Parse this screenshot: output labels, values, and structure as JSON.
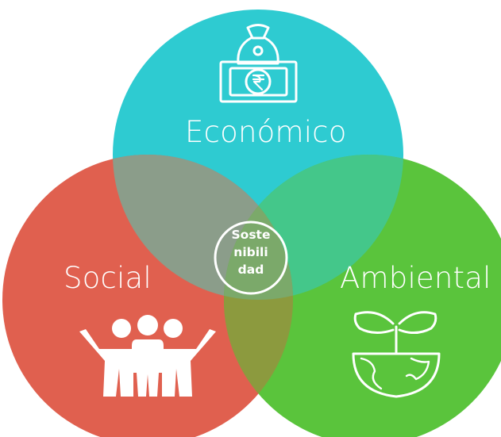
{
  "circles": {
    "economic": {
      "label": "Económico",
      "color": "#2ecbd1",
      "icon": "money-bag-rupee-icon"
    },
    "social": {
      "label": "Social",
      "color": "#e0604f",
      "icon": "people-group-icon"
    },
    "environmental": {
      "label": "Ambiental",
      "color": "#5ac43c",
      "icon": "seedling-globe-icon"
    }
  },
  "center": {
    "lines": [
      "Soste",
      "nibili",
      "dad"
    ]
  },
  "overlap_colors": {
    "economic_social": "#8b9d8a",
    "economic_environmental": "#44c78a",
    "social_environmental": "#8c9a3e",
    "all": "#7ba96a"
  }
}
